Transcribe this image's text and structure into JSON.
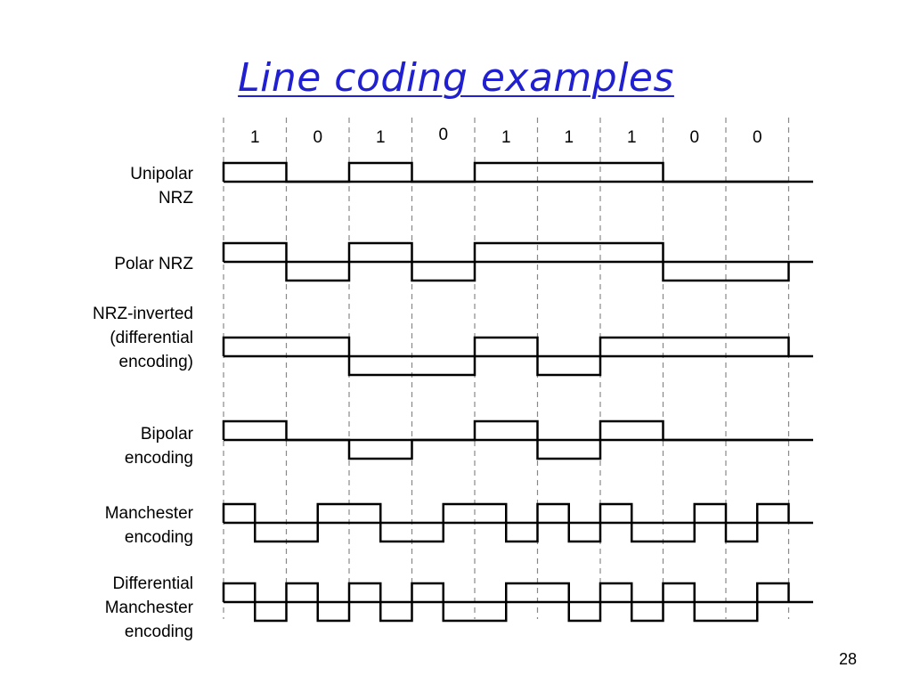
{
  "slide": {
    "title": "Line coding examples",
    "page_number": "28"
  },
  "bits": [
    "1",
    "0",
    "1",
    "0",
    "1",
    "1",
    "1",
    "0",
    "0"
  ],
  "schemes": [
    {
      "id": "unipolar-nrz",
      "label_lines": [
        "Unipolar",
        "NRZ"
      ],
      "levels": [
        1,
        0,
        1,
        0,
        1,
        1,
        1,
        0,
        0
      ],
      "transitions": "nrz"
    },
    {
      "id": "polar-nrz",
      "label_lines": [
        "Polar NRZ"
      ],
      "levels": [
        1,
        -1,
        1,
        -1,
        1,
        1,
        1,
        -1,
        -1
      ],
      "transitions": "nrz"
    },
    {
      "id": "nrz-inverted",
      "label_lines": [
        "NRZ-inverted",
        "(differential",
        "encoding)"
      ],
      "levels": [
        1,
        1,
        -1,
        -1,
        1,
        -1,
        1,
        1,
        1
      ],
      "transitions": "nrz"
    },
    {
      "id": "bipolar",
      "label_lines": [
        "Bipolar",
        "encoding"
      ],
      "levels": [
        1,
        0,
        -1,
        0,
        1,
        -1,
        1,
        0,
        0
      ],
      "transitions": "nrz"
    },
    {
      "id": "manchester",
      "label_lines": [
        "Manchester",
        "encoding"
      ],
      "half_levels": [
        [
          1,
          -1
        ],
        [
          -1,
          1
        ],
        [
          1,
          -1
        ],
        [
          -1,
          1
        ],
        [
          1,
          -1
        ],
        [
          1,
          -1
        ],
        [
          1,
          -1
        ],
        [
          -1,
          1
        ],
        [
          -1,
          1
        ]
      ],
      "transitions": "manchester"
    },
    {
      "id": "differential-manchester",
      "label_lines": [
        "Differential",
        "Manchester",
        "encoding"
      ],
      "half_levels": [
        [
          1,
          -1
        ],
        [
          1,
          -1
        ],
        [
          1,
          -1
        ],
        [
          1,
          -1
        ],
        [
          -1,
          1
        ],
        [
          1,
          -1
        ],
        [
          1,
          -1
        ],
        [
          1,
          -1
        ],
        [
          -1,
          1
        ]
      ],
      "transitions": "manchester"
    }
  ]
}
